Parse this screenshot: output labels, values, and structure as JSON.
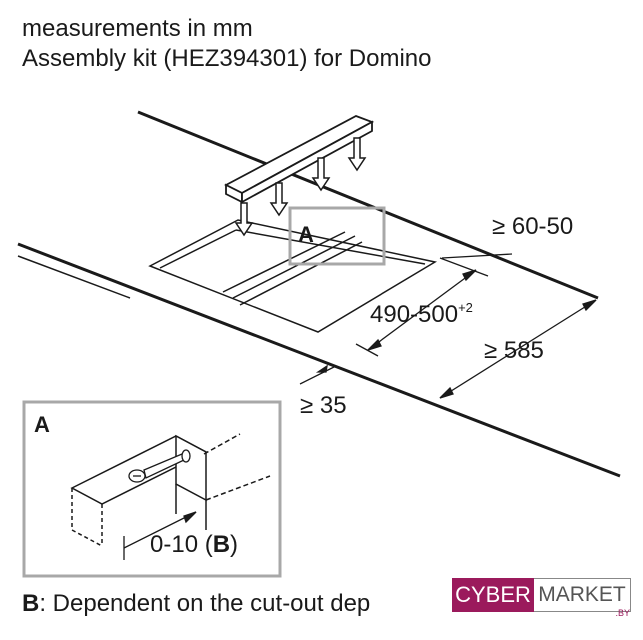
{
  "header": {
    "line1": "measurements in mm",
    "line2": "Assembly kit (HEZ394301) for Domino"
  },
  "labels": {
    "detail_marker_main": "A",
    "detail_marker_inset": "A",
    "dim_top": "≥ 60-50",
    "dim_width": "490-500",
    "dim_width_tolerance": "+2",
    "dim_depth": "≥ 585",
    "dim_front": "≥ 35",
    "dim_inset_range": "0-10 (",
    "dim_inset_ref": "B",
    "dim_inset_close": ")"
  },
  "footer": {
    "ref": "B",
    "text": ": Dependent on the cut-out dep"
  },
  "logo": {
    "left": "CYBER",
    "right": "MARKET",
    "suffix": ".BY"
  },
  "colors": {
    "line": "#1a1a1a",
    "frame": "#a8a8a8",
    "logo_accent": "#9b1a5c"
  }
}
